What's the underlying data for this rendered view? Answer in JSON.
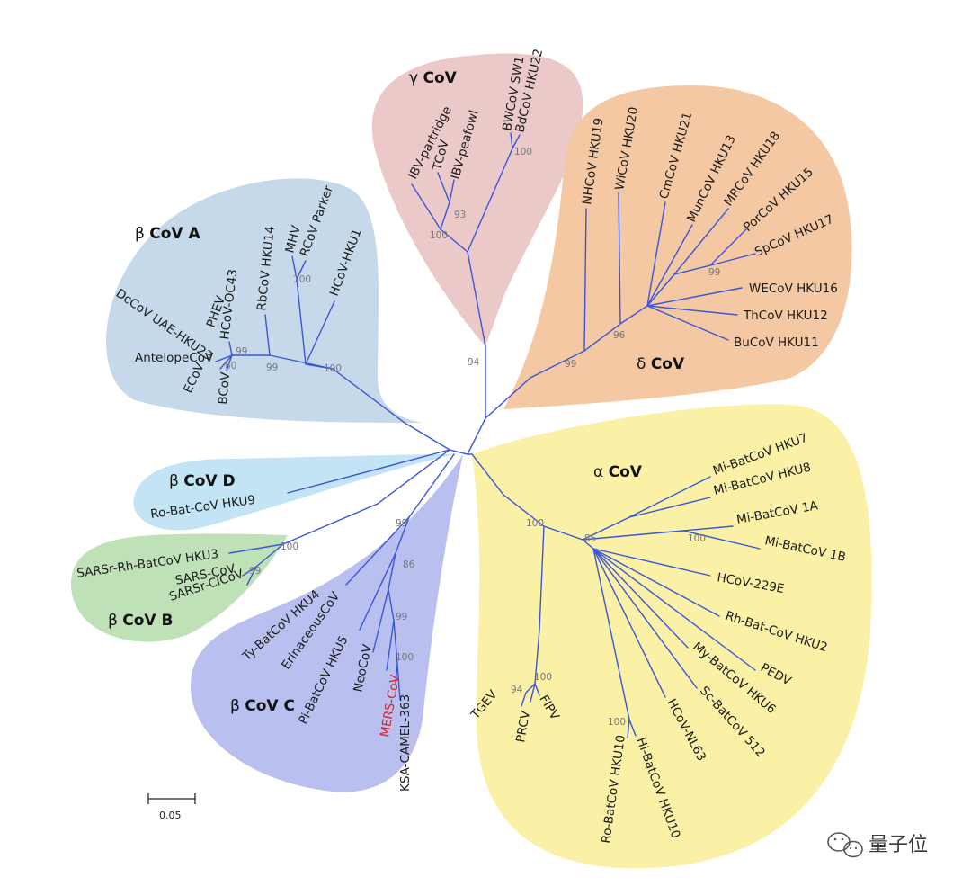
{
  "groups": {
    "gamma": {
      "symbol": "γ",
      "name": "CoV",
      "color": "#ecc9c9"
    },
    "delta": {
      "symbol": "δ",
      "name": "CoV",
      "color": "#f4c8a2"
    },
    "alpha": {
      "symbol": "α",
      "name": "CoV",
      "color": "#faf0a6"
    },
    "betaA": {
      "symbol": "β",
      "name": "CoV A",
      "color": "#c6d9ea"
    },
    "betaD": {
      "symbol": "β",
      "name": "CoV D",
      "color": "#c2e4f5"
    },
    "betaB": {
      "symbol": "β",
      "name": "CoV B",
      "color": "#bfe1b8"
    },
    "betaC": {
      "symbol": "β",
      "name": "CoV C",
      "color": "#b9c0ef"
    }
  },
  "branch_color": "#3a56d8",
  "taxa": {
    "gamma": [
      "IBV-partridge",
      "TCoV",
      "IBV-peafowl",
      "BWCoV SW1",
      "BdCoV HKU22"
    ],
    "delta": [
      "NHCoV HKU19",
      "WiCoV HKU20",
      "CmCoV HKU21",
      "MunCoV HKU13",
      "MRCoV HKU18",
      "PorCoV HKU15",
      "SpCoV HKU17",
      "WECoV HKU16",
      "ThCoV HKU12",
      "BuCoV HKU11"
    ],
    "betaA": [
      "RbCoV HKU14",
      "MHV",
      "RCoV Parker",
      "HCoV-HKU1",
      "HCoV-OC43",
      "PHEV",
      "DcCoV UAE-HKU23",
      "AntelopeCoV",
      "ECoV",
      "BCoV"
    ],
    "alpha": [
      "Mi-BatCoV HKU7",
      "Mi-BatCoV HKU8",
      "Mi-BatCoV 1A",
      "Mi-BatCoV 1B",
      "HCoV-229E",
      "Rh-Bat-CoV HKU2",
      "PEDV",
      "My-BatCoV HKU6",
      "Sc-BatCoV 512",
      "HCoV-NL63",
      "Hi-BatCoV HKU10",
      "Ro-BatCoV HKU10",
      "TGEV",
      "PRCV",
      "FIPV"
    ],
    "betaD": [
      "Ro-Bat-CoV HKU9"
    ],
    "betaB": [
      "SARSr-Rh-BatCoV HKU3",
      "SARS-CoV",
      "SARSr-CiCoV"
    ],
    "betaC": [
      "Ty-BatCoV HKU4",
      "ErinaceousCoV",
      "Pi-BatCoV HKU5",
      "NeoCoV",
      "MERS-CoV",
      "KSA-CAMEL-363"
    ]
  },
  "highlight_color": "#e01c24",
  "bootstrap": {
    "gamma": [
      "100",
      "93",
      "100"
    ],
    "root": [
      "94"
    ],
    "delta": [
      "99",
      "96",
      "99"
    ],
    "betaA": [
      "99",
      "80",
      "99",
      "100",
      "100"
    ],
    "alpha": [
      "100",
      "85",
      "100",
      "100",
      "94",
      "100"
    ],
    "betaB": [
      "100",
      "99"
    ],
    "betaC": [
      "99",
      "86",
      "99",
      "100"
    ]
  },
  "scale_bar": {
    "label": "0.05"
  },
  "watermark": {
    "text": "量子位",
    "icon": "wechat-icon"
  }
}
